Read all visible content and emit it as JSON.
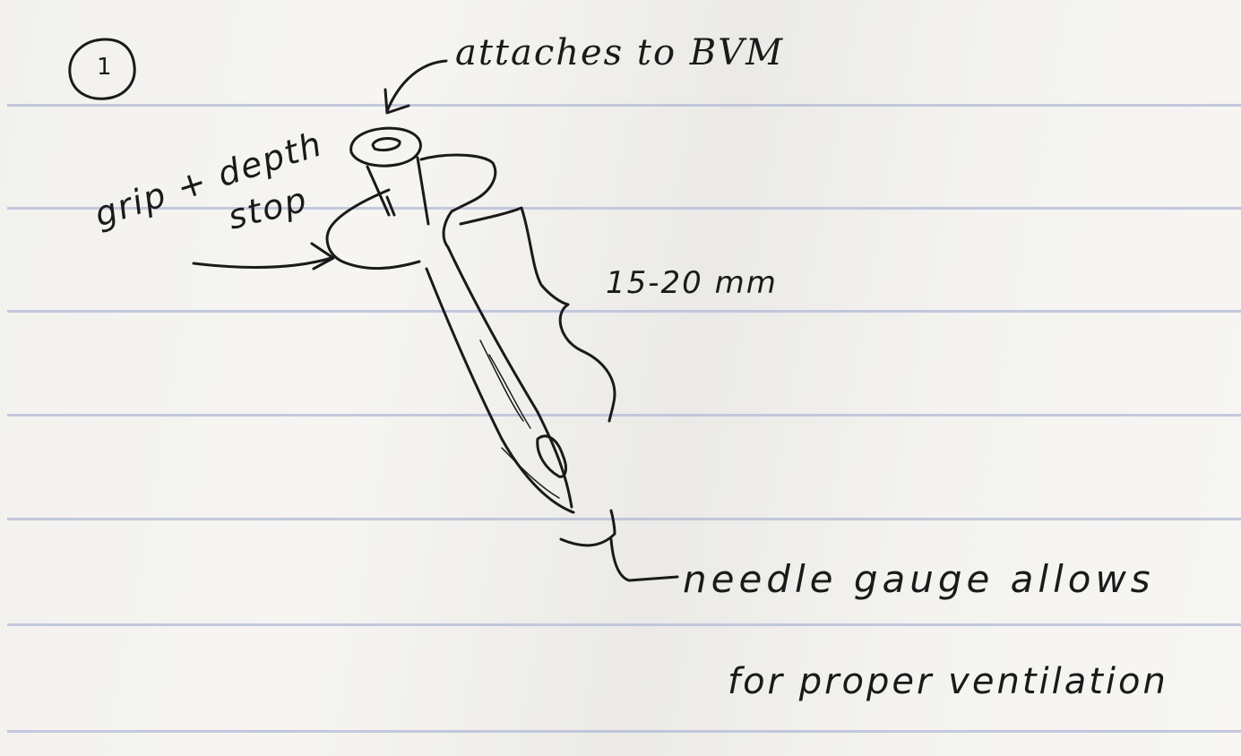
{
  "note": {
    "step_number": "1",
    "labels": {
      "attaches": "attaches to BVM",
      "grip_line1": "grip + depth",
      "grip_line2": "stop",
      "length": "15-20 mm",
      "needle_line1": "needle gauge allows",
      "needle_line2": "for proper ventilation"
    }
  },
  "colors": {
    "paper": "#f4f3f0",
    "ruled_line": "#b9bfd8",
    "ink": "#1a1a1a"
  },
  "icons": {
    "needle": "needle-sketch",
    "arrow": "hand-drawn-arrow"
  }
}
